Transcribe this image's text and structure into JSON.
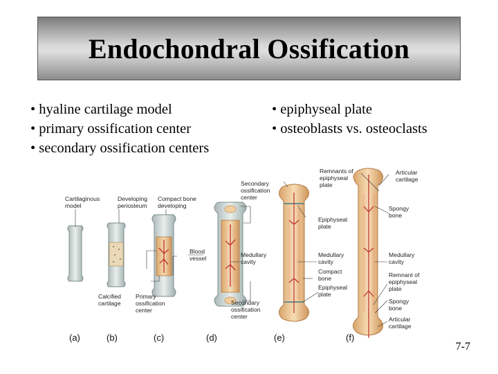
{
  "slide": {
    "title": "Endochondral Ossification",
    "bullets_left": [
      "• hyaline cartilage model",
      "• primary ossification center",
      "• secondary ossification centers"
    ],
    "bullets_right": [
      "• epiphyseal plate",
      "• osteoblasts vs. osteoclasts"
    ],
    "page_number": "7-7"
  },
  "figure": {
    "labels": {
      "cartilaginous_model": [
        "Cartilaginous",
        "model"
      ],
      "developing_periosteum": [
        "Developing",
        "periosteum"
      ],
      "compact_bone_developing": [
        "Compact bone",
        "developing"
      ],
      "secondary_ossification_center_top": [
        "Secondary",
        "ossification",
        "center"
      ],
      "blood_vessel": [
        "Blood",
        "vessel"
      ],
      "medullary_cavity_d": [
        "Medullary",
        "cavity"
      ],
      "calcified_cartilage": [
        "Calcified",
        "cartilage"
      ],
      "primary_ossification_center": [
        "Primary",
        "ossification",
        "center"
      ],
      "secondary_ossification_center_bottom": [
        "Secondary",
        "ossification",
        "center"
      ],
      "remnants_epiphyseal_plate": [
        "Remnants of",
        "epiphyseal",
        "plate"
      ],
      "articular_cartilage_top": [
        "Articular",
        "cartilage"
      ],
      "epiphyseal_plate_e_top": [
        "Epiphyseal",
        "plate"
      ],
      "spongy_bone_top": [
        "Spongy",
        "bone"
      ],
      "medullary_cavity_e": [
        "Medullary",
        "cavity"
      ],
      "compact_bone_e": [
        "Compact",
        "bone"
      ],
      "epiphyseal_plate_e_bottom": [
        "Epiphyseal",
        "plate"
      ],
      "medullary_cavity_f": [
        "Medullary",
        "cavity"
      ],
      "remnant_epiphyseal_plate_f": [
        "Remnant of",
        "epiphyseal",
        "plate"
      ],
      "spongy_bone_f": [
        "Spongy",
        "bone"
      ],
      "articular_cartilage_f": [
        "Articular",
        "cartilage"
      ]
    },
    "panel_letters": [
      "(a)",
      "(b)",
      "(c)",
      "(d)",
      "(e)",
      "(f)"
    ]
  }
}
